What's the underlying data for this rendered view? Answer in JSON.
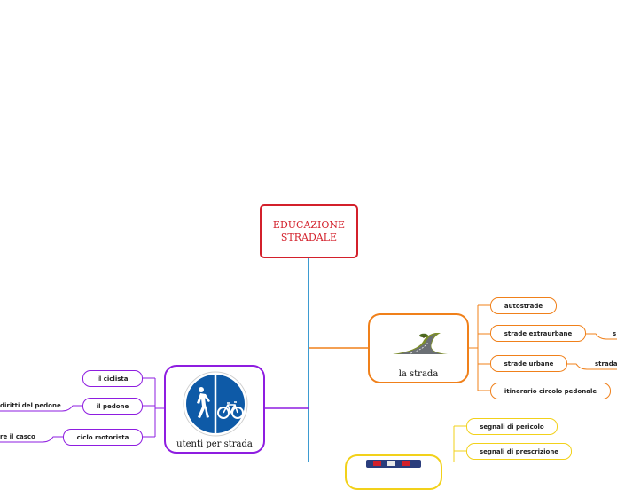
{
  "root": {
    "line1": "EDUCAZIONE",
    "line2": "STRADALE"
  },
  "la_strada": {
    "label": "la strada",
    "children": [
      "autostrade",
      "strade extraurbane",
      "strade urbane",
      "itinerario circolo pedonale"
    ],
    "grandchildren": [
      "s",
      "strada"
    ]
  },
  "utenti_per_strada": {
    "label": "utenti per strada",
    "children": [
      "il ciclista",
      "il pedone",
      "ciclo motorista"
    ],
    "grandchildren": [
      "diritti del pedone",
      "re il casco"
    ]
  },
  "segnali": {
    "children": [
      "segnali di pericolo",
      "segnali di prescrizione"
    ]
  },
  "colors": {
    "root": "#d3202b",
    "trunk": "#3d9bd1",
    "strada": "#f0801a",
    "utenti": "#8e1de0",
    "segnali": "#f2d11a"
  },
  "icons": {
    "la_strada": "winding-road-icon",
    "utenti_per_strada": "pedestrian-bicycle-sign-icon",
    "segnali": "road-signs-icon"
  }
}
